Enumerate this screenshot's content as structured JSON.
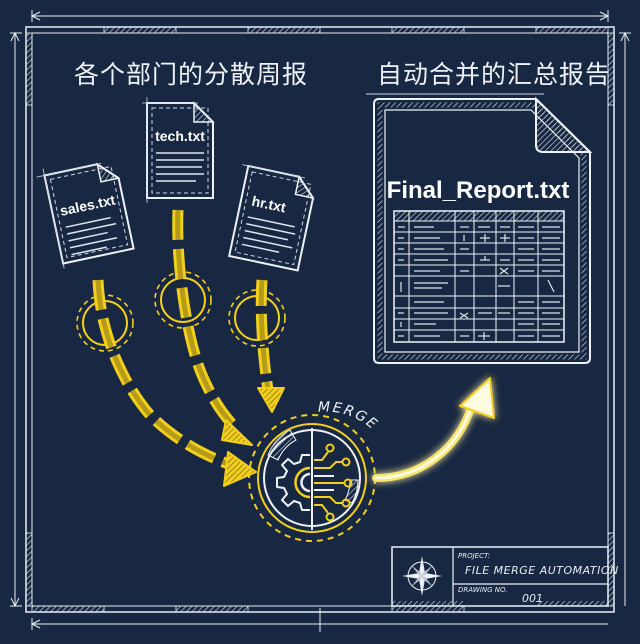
{
  "left_title": "各个部门的分散周报",
  "right_title": "自动合并的汇总报告",
  "files": [
    {
      "name": "sales.txt"
    },
    {
      "name": "tech.txt"
    },
    {
      "name": "hr.txt"
    }
  ],
  "output_file": {
    "name": "Final_Report.txt"
  },
  "merge_label": "MERGE",
  "title_block": {
    "project_label": "PROJECT:",
    "project_name": "FILE MERGE AUTOMATION",
    "drawing_label": "DRAWING NO.",
    "drawing_no": "001"
  },
  "colors": {
    "background": "#182843",
    "line": "#e8edf3",
    "accent": "#f2cf1d"
  }
}
